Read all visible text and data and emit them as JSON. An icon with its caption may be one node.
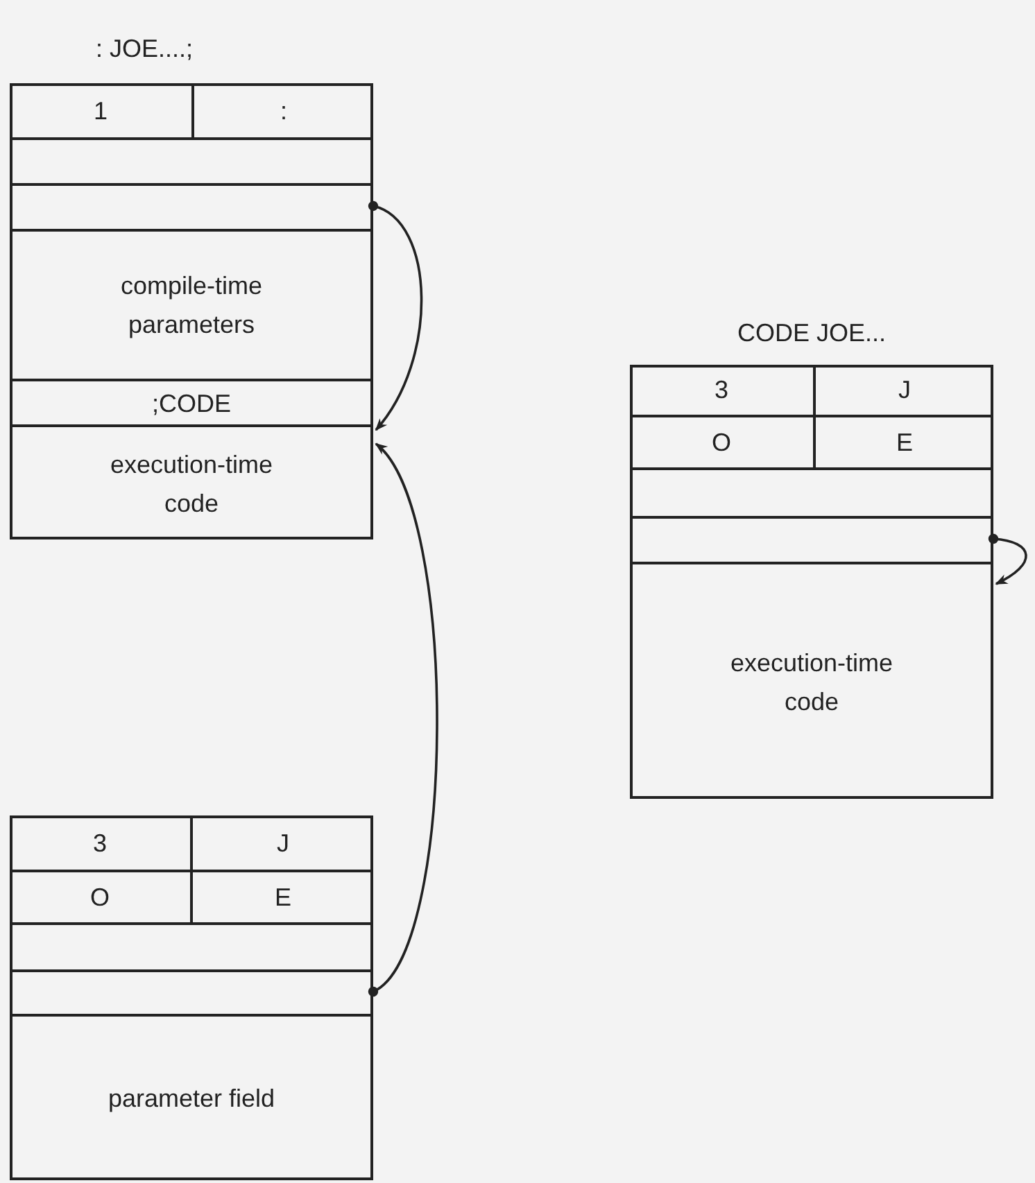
{
  "diagram": {
    "nodes": [
      {
        "text": [
          ": JOE....;"
        ]
      },
      {
        "text": [
          "1"
        ],
        "in": 0
      },
      {
        "text": [
          ":"
        ],
        "in": 0
      },
      {
        "text": [],
        "shape": "box",
        "in": 0
      },
      {
        "text": [],
        "shape": "box",
        "in": 0
      },
      {
        "text": [
          "compile-time parameters"
        ],
        "in": 0
      },
      {
        "text": [
          ";CODE"
        ],
        "in": 0
      },
      {
        "text": [
          "execution-time code"
        ],
        "in": 0
      },
      {
        "text": [
          "CODE JOE..."
        ]
      },
      {
        "text": [
          "3"
        ],
        "in": 8
      },
      {
        "text": [
          "J"
        ],
        "in": 8
      },
      {
        "text": [
          "O"
        ],
        "in": 8
      },
      {
        "text": [
          "E"
        ],
        "in": 8
      },
      {
        "text": [],
        "shape": "box",
        "in": 8
      },
      {
        "text": [],
        "shape": "box",
        "in": 8
      },
      {
        "text": [
          "execution-time code"
        ],
        "in": 8
      },
      {
        "text": [],
        "shape": "box"
      },
      {
        "text": [
          "3"
        ],
        "in": 16
      },
      {
        "text": [
          "J"
        ],
        "in": 16
      },
      {
        "text": [
          "O"
        ],
        "in": 16
      },
      {
        "text": [
          "E"
        ],
        "in": 16
      },
      {
        "text": [],
        "shape": "box",
        "in": 16
      },
      {
        "text": [],
        "shape": "box",
        "in": 16
      },
      {
        "text": [
          "parameter field"
        ],
        "in": 16
      }
    ],
    "edges": [
      {
        "from": 4,
        "to": 7,
        "arrow": "to"
      },
      {
        "from": 22,
        "to": 7,
        "arrow": "to"
      },
      {
        "from": 14,
        "to": 15,
        "arrow": "to"
      }
    ]
  }
}
